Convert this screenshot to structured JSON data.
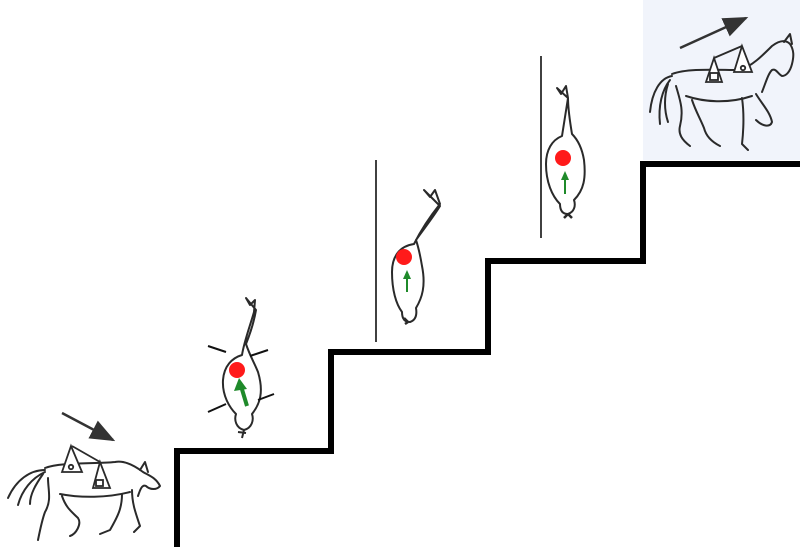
{
  "diagram": {
    "stairs": {
      "step_count": 4
    },
    "horses": [
      {
        "id": "side-horse-start",
        "view": "side",
        "facing": "right",
        "arrow": "downward"
      },
      {
        "id": "top-horse-1",
        "view": "top",
        "marker": "balance-point",
        "arrow": "thick-forward",
        "guides": "four-short-ticks"
      },
      {
        "id": "top-horse-2",
        "view": "top",
        "marker": "balance-point",
        "arrow": "thin-forward",
        "guides": "vertical-line"
      },
      {
        "id": "top-horse-3",
        "view": "top",
        "marker": "balance-point",
        "arrow": "thin-forward",
        "guides": "vertical-line"
      },
      {
        "id": "side-horse-end",
        "view": "side",
        "facing": "right",
        "arrow": "upward"
      }
    ]
  },
  "colors": {
    "stairs": "#000000",
    "outline": "#2a2a2a",
    "balance_point": "#ff1a1a",
    "arrow_green": "#1f8a2a",
    "arrow_dark": "#333333",
    "background": "#ffffff",
    "end_panel": "#f1f4fb"
  },
  "icons": [
    "horse-side-icon",
    "horse-top-icon",
    "saddle-icon",
    "balance-point-icon",
    "direction-arrow-icon"
  ]
}
